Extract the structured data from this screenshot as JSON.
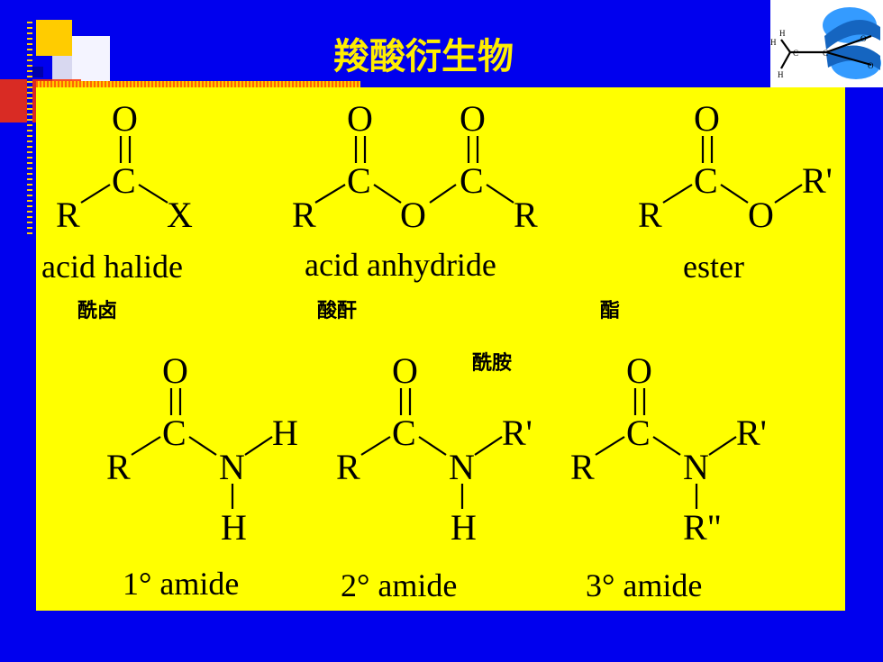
{
  "slide": {
    "title": "羧酸衍生物",
    "colors": {
      "background": "#0000ee",
      "panel": "#ffff00",
      "title": "#ffee00"
    }
  },
  "top_row": [
    {
      "id": "acid-halide",
      "english": "acid halide",
      "chinese": "酰卤",
      "atoms": {
        "o": "O",
        "c": "C",
        "r": "R",
        "x": "X"
      }
    },
    {
      "id": "acid-anhydride",
      "english": "acid anhydride",
      "chinese": "酸酐",
      "atoms": {
        "o1": "O",
        "o2": "O",
        "c1": "C",
        "c2": "C",
        "r1": "R",
        "o_bridge": "O",
        "r2": "R"
      }
    },
    {
      "id": "ester",
      "english": "ester",
      "chinese": "酯",
      "atoms": {
        "o": "O",
        "c": "C",
        "r": "R",
        "o_ester": "O",
        "r_prime": "R'"
      }
    }
  ],
  "amide_group_label": "酰胺",
  "bottom_row": [
    {
      "id": "primary-amide",
      "english": "1° amide",
      "atoms": {
        "o": "O",
        "c": "C",
        "r": "R",
        "n": "N",
        "h1": "H",
        "h2": "H"
      }
    },
    {
      "id": "secondary-amide",
      "english": "2° amide",
      "atoms": {
        "o": "O",
        "c": "C",
        "r": "R",
        "n": "N",
        "r_prime": "R'",
        "h": "H"
      }
    },
    {
      "id": "tertiary-amide",
      "english": "3° amide",
      "atoms": {
        "o": "O",
        "c": "C",
        "r": "R",
        "n": "N",
        "r_prime": "R'",
        "r_double_prime": "R\""
      }
    }
  ],
  "molecule_image": {
    "atoms": {
      "h1": "H",
      "h2": "H",
      "h3": "H",
      "c1": "C",
      "c2": "C",
      "o1": "O",
      "o2": "O"
    }
  }
}
